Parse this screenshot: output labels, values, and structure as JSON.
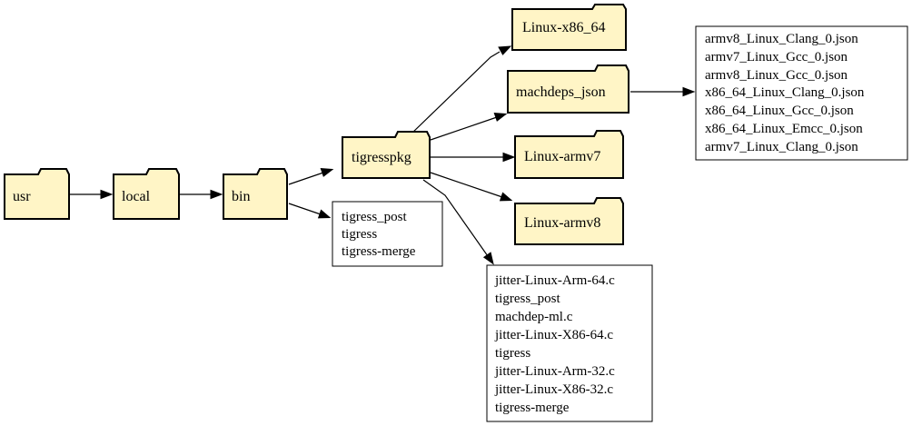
{
  "folders": {
    "usr": "usr",
    "local": "local",
    "bin": "bin",
    "tigresspkg": "tigresspkg",
    "linux_x86_64": "Linux-x86_64",
    "machdeps_json": "machdeps_json",
    "linux_armv7": "Linux-armv7",
    "linux_armv8": "Linux-armv8"
  },
  "files": {
    "bin_files": [
      "tigress_post",
      "tigress",
      "tigress-merge"
    ],
    "machdeps_files": [
      "armv8_Linux_Clang_0.json",
      "armv7_Linux_Gcc_0.json",
      "armv8_Linux_Gcc_0.json",
      "x86_64_Linux_Clang_0.json",
      "x86_64_Linux_Gcc_0.json",
      "x86_64_Linux_Emcc_0.json",
      "armv7_Linux_Clang_0.json"
    ],
    "tigresspkg_files": [
      "jitter-Linux-Arm-64.c",
      "tigress_post",
      "machdep-ml.c",
      "jitter-Linux-X86-64.c",
      "tigress",
      "jitter-Linux-Arm-32.c",
      "jitter-Linux-X86-32.c",
      "tigress-merge"
    ]
  }
}
